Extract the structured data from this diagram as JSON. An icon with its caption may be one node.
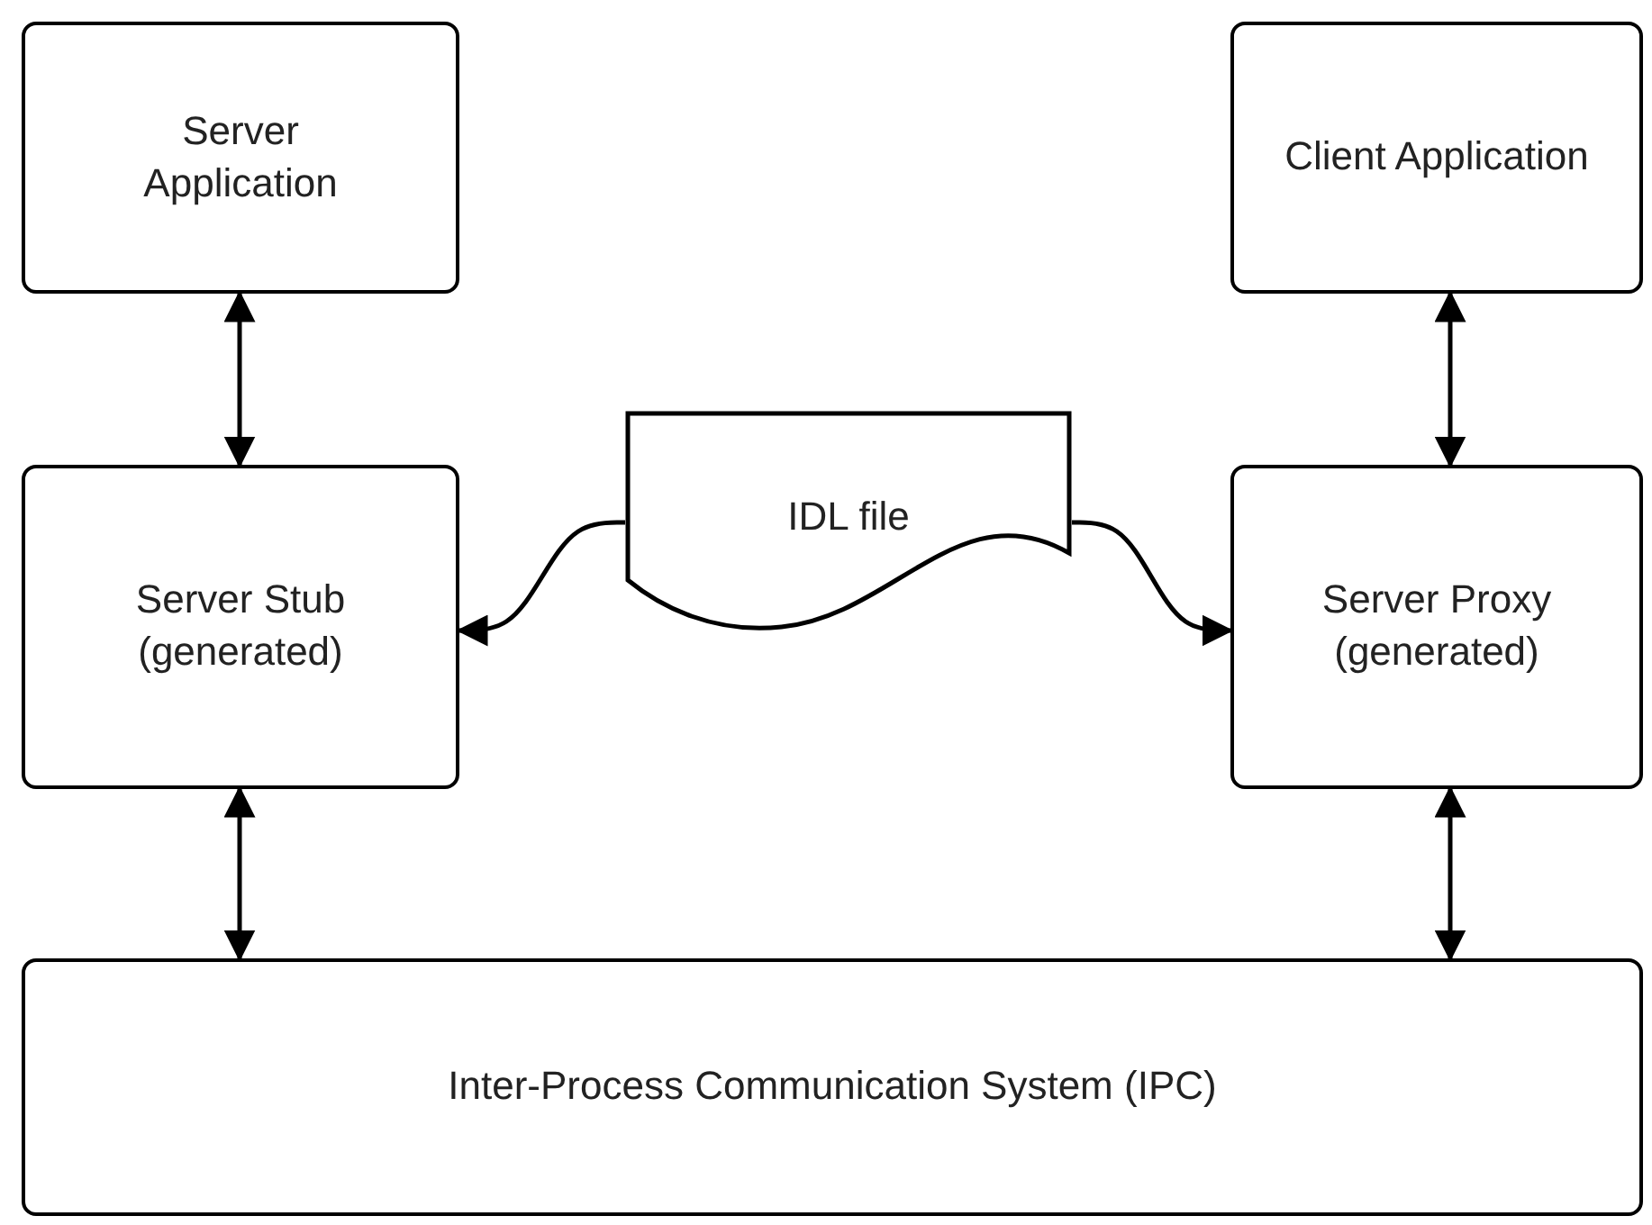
{
  "diagram": {
    "nodes": [
      {
        "text": [
          "Server Application"
        ]
      },
      {
        "text": [
          "Client Application"
        ]
      },
      {
        "text": [
          "Server Stub (generated)"
        ]
      },
      {
        "text": [
          "IDL file"
        ]
      },
      {
        "text": [
          "Server Proxy (generated)"
        ]
      },
      {
        "text": [
          "Inter-Process Communication System (IPC)"
        ]
      }
    ],
    "edges": [
      {
        "from": 0,
        "to": 2,
        "arrow": "both"
      },
      {
        "from": 1,
        "to": 4,
        "arrow": "both"
      },
      {
        "from": 3,
        "to": 2,
        "arrow": "to"
      },
      {
        "from": 3,
        "to": 4,
        "arrow": "to"
      },
      {
        "from": 2,
        "to": 5,
        "arrow": "both"
      },
      {
        "from": 4,
        "to": 5,
        "arrow": "both"
      }
    ]
  }
}
